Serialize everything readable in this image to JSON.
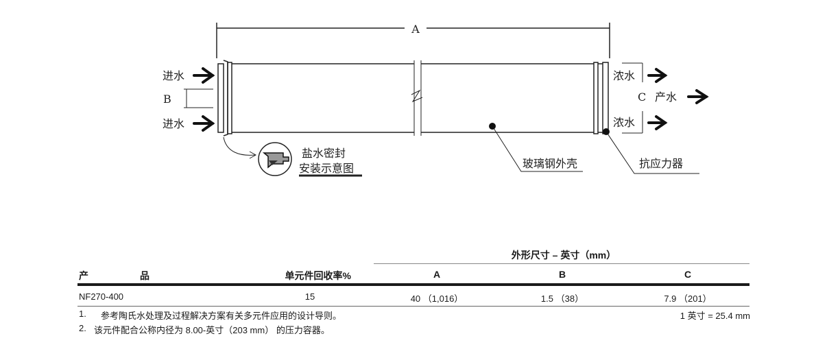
{
  "diagram": {
    "dim_a": "A",
    "dim_b": "B",
    "dim_c": "C",
    "feed_top": "进水",
    "feed_bottom": "进水",
    "concentrate_top": "浓水",
    "concentrate_bottom": "浓水",
    "permeate": "产水",
    "brine_seal_line1": "盐水密封",
    "brine_seal_line2": "安装示意图",
    "shell_label": "玻璃钢外壳",
    "anti_telescoping_label": "抗应力器"
  },
  "table": {
    "group_header": "外形尺寸 – 英寸（mm）",
    "headers": {
      "product_1": "产",
      "product_2": "品",
      "recovery": "单元件回收率%",
      "a": "A",
      "b": "B",
      "c": "C"
    },
    "rows": [
      {
        "product": "NF270-400",
        "recovery": "15",
        "a": "40 （1,016）",
        "b": "1.5 （38）",
        "c": "7.9 （201）"
      }
    ],
    "notes": [
      {
        "num": "1.",
        "text": "参考陶氏水处理及过程解决方案有关多元件应用的设计导则。"
      },
      {
        "num": "2.",
        "text": "该元件配合公称内径为 8.00-英寸（203 mm） 的压力容器。"
      }
    ],
    "conversion": "1 英寸 = 25.4 mm"
  }
}
